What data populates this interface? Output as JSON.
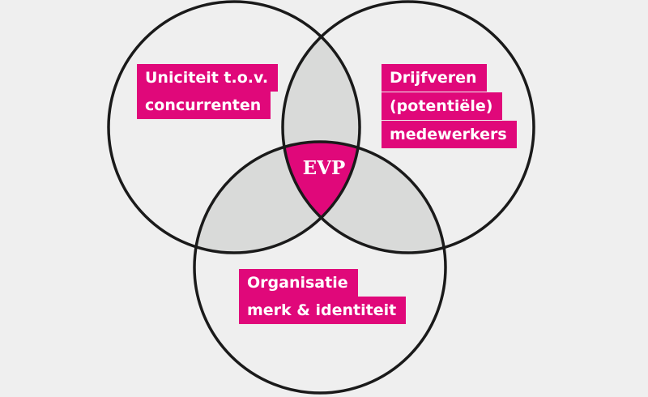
{
  "colors": {
    "background": "#efefef",
    "overlap": "#d9dad9",
    "center": "#e0087a",
    "label_bg": "#e0087a",
    "stroke": "#1a1a1a"
  },
  "circles": [
    {
      "id": "top-left",
      "lines": [
        "Uniciteit t.o.v.",
        "concurrenten"
      ]
    },
    {
      "id": "top-right",
      "lines": [
        "Drijfveren",
        "(potentiële)",
        "medewerkers"
      ]
    },
    {
      "id": "bottom",
      "lines": [
        "Organisatie",
        "merk & identiteit"
      ]
    }
  ],
  "center_label": "EVP"
}
